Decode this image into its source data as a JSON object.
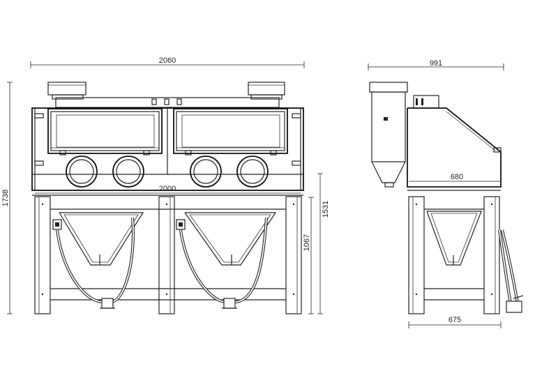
{
  "front_view": {
    "overall_width_label": "2060",
    "inner_width_label": "2000",
    "overall_height_label": "1738",
    "table_height_label": "1531",
    "leg_height_label": "1067"
  },
  "side_view": {
    "overall_depth_label": "991",
    "cabinet_depth_label": "680",
    "base_depth_label": "675"
  }
}
